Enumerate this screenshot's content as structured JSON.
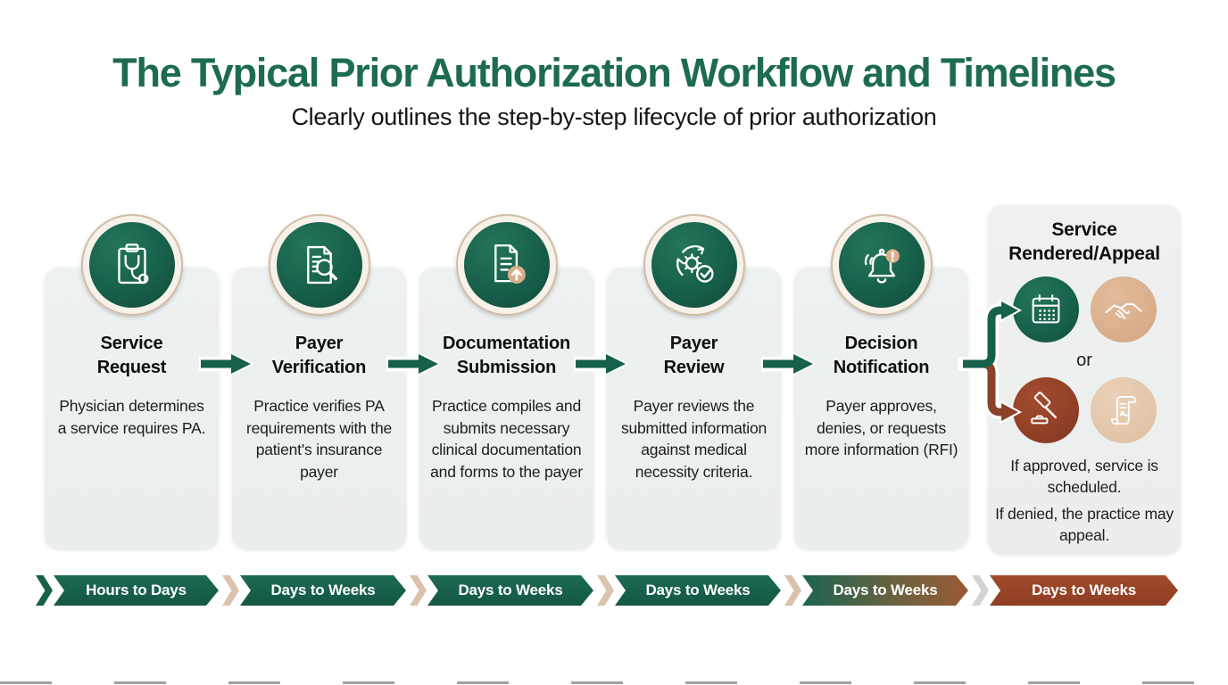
{
  "header": {
    "title": "The Typical Prior Authorization Workflow and Timelines",
    "subtitle": "Clearly outlines the step-by-step lifecycle of prior authorization"
  },
  "colors": {
    "brand_green": "#17604b",
    "brand_brown": "#9a4527",
    "tan": "#d9ad8a",
    "card_background": "#edf0f0"
  },
  "steps": [
    {
      "title": "Service\nRequest",
      "description": "Physician determines a service requires PA.",
      "icon": "clipboard-stethoscope-icon",
      "timeline": "Hours to Days"
    },
    {
      "title": "Payer\nVerification",
      "description": "Practice verifies PA requirements with the patient's insurance payer",
      "icon": "document-magnifier-icon",
      "timeline": "Days to Weeks"
    },
    {
      "title": "Documentation\nSubmission",
      "description": "Practice compiles and submits necessary clinical documentation and forms to the payer",
      "icon": "document-upload-icon",
      "timeline": "Days to Weeks"
    },
    {
      "title": "Payer\nReview",
      "description": "Payer reviews the submitted information against medical necessity criteria.",
      "icon": "gear-sync-check-icon",
      "timeline": "Days to Weeks"
    },
    {
      "title": "Decision\nNotification",
      "description": "Payer approves, denies, or requests more information (RFI)",
      "icon": "bell-alert-icon",
      "timeline": "Days to Weeks"
    },
    {
      "title": "Service\nRendered/Appeal",
      "or_label": "or",
      "approved_text": "If approved, service is scheduled.",
      "denied_text": "If denied, the practice may appeal.",
      "icons": [
        "calendar-icon",
        "handshake-icon",
        "gavel-icon",
        "scroll-icon"
      ],
      "timeline": "Days to Weeks"
    }
  ],
  "timeline": {
    "segments": [
      {
        "label": "Hours to Days"
      },
      {
        "label": "Days to Weeks"
      },
      {
        "label": "Days to Weeks"
      },
      {
        "label": "Days to Weeks"
      },
      {
        "label": "Days to Weeks"
      },
      {
        "label": "Days to Weeks"
      }
    ]
  }
}
